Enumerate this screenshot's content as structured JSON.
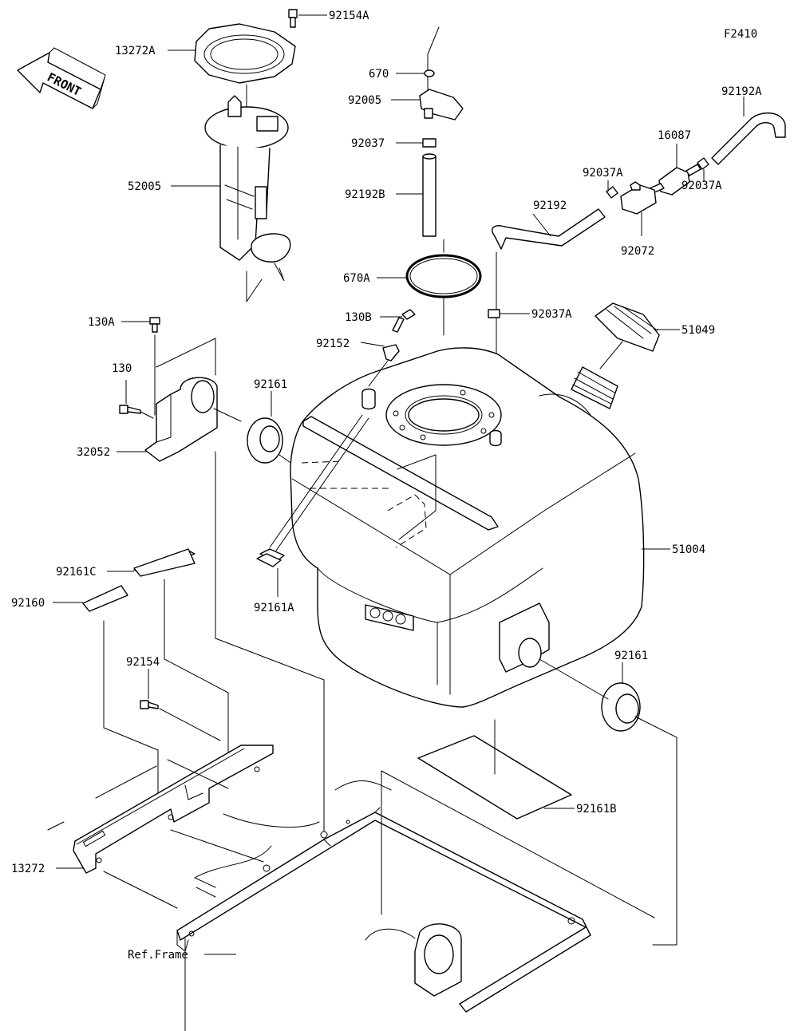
{
  "figure_code": "F2410",
  "front_label": "FRONT",
  "frame_label": "Ref.Frame",
  "parts": [
    {
      "id": "p-92154A",
      "number": "92154A"
    },
    {
      "id": "p-13272A",
      "number": "13272A"
    },
    {
      "id": "p-52005",
      "number": "52005"
    },
    {
      "id": "p-670",
      "number": "670"
    },
    {
      "id": "p-92005",
      "number": "92005"
    },
    {
      "id": "p-92037",
      "number": "92037"
    },
    {
      "id": "p-92192B",
      "number": "92192B"
    },
    {
      "id": "p-670A",
      "number": "670A"
    },
    {
      "id": "p-92192A",
      "number": "92192A"
    },
    {
      "id": "p-16087",
      "number": "16087"
    },
    {
      "id": "p-92037A-1",
      "number": "92037A"
    },
    {
      "id": "p-92037A-2",
      "number": "92037A"
    },
    {
      "id": "p-92192",
      "number": "92192"
    },
    {
      "id": "p-92072",
      "number": "92072"
    },
    {
      "id": "p-92037A-3",
      "number": "92037A"
    },
    {
      "id": "p-51049",
      "number": "51049"
    },
    {
      "id": "p-130A",
      "number": "130A"
    },
    {
      "id": "p-130B",
      "number": "130B"
    },
    {
      "id": "p-92152",
      "number": "92152"
    },
    {
      "id": "p-130",
      "number": "130"
    },
    {
      "id": "p-92161-1",
      "number": "92161"
    },
    {
      "id": "p-32052",
      "number": "32052"
    },
    {
      "id": "p-51004",
      "number": "51004"
    },
    {
      "id": "p-92161C",
      "number": "92161C"
    },
    {
      "id": "p-92160",
      "number": "92160"
    },
    {
      "id": "p-92161A",
      "number": "92161A"
    },
    {
      "id": "p-92161-2",
      "number": "92161"
    },
    {
      "id": "p-92154",
      "number": "92154"
    },
    {
      "id": "p-92161B",
      "number": "92161B"
    },
    {
      "id": "p-13272",
      "number": "13272"
    }
  ]
}
